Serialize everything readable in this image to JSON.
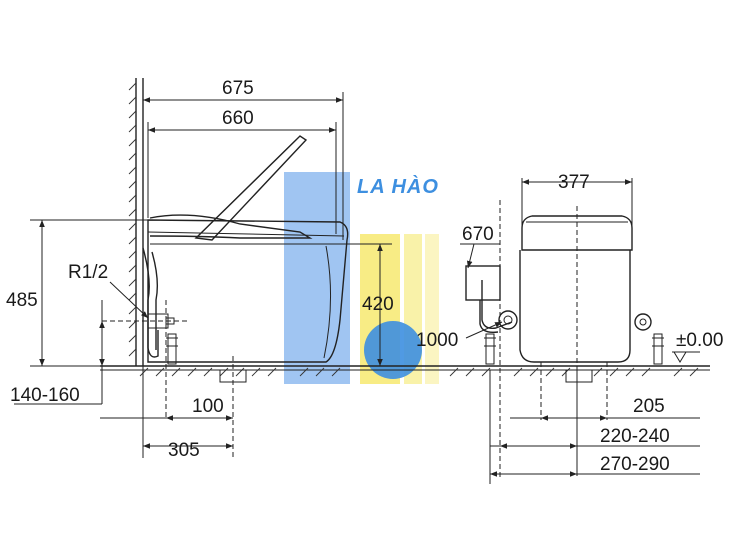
{
  "watermark": {
    "brand_text": "LA HÀO",
    "colors": {
      "blue": "#3d8fe0",
      "yellow": "#f5e65c",
      "light_blue": "#8fbbf0"
    }
  },
  "dimensions": {
    "total_length": "675",
    "seat_length": "660",
    "cistern_width": "377",
    "hose_length": "670",
    "height_485": "485",
    "height_420": "420",
    "thread": "R1/2",
    "supply_height": "140-160",
    "offset_100": "100",
    "offset_305": "305",
    "offset_1000": "1000",
    "floor_level": "±0.00",
    "offset_205": "205",
    "offset_220_240": "220-240",
    "offset_270_290": "270-290"
  }
}
